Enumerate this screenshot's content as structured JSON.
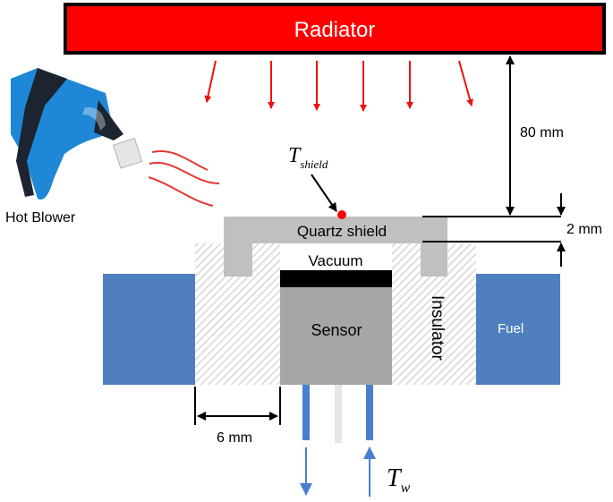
{
  "radiator": {
    "label": "Radiator",
    "fill": "#ff0000",
    "stroke": "#000000"
  },
  "hot_blower": {
    "label": "Hot Blower",
    "body_color": "#1e88d6",
    "dark_color": "#1c2430",
    "nozzle_color": "#e6e6e6",
    "air_color": "#e53935",
    "icon": "heat-gun-icon"
  },
  "shield": {
    "label": "Quartz shield",
    "fill": "#c0c0c0"
  },
  "t_shield": {
    "symbol": "T",
    "subscript": "shield",
    "dot_color": "#ff0000"
  },
  "vacuum": {
    "label": "Vacuum"
  },
  "sensor": {
    "label": "Sensor",
    "fill": "#a6a6a6",
    "cap_fill": "#000000"
  },
  "insulator": {
    "label": "Insulator",
    "hatch": "#cfcfcf"
  },
  "fuel": {
    "label": "Fuel",
    "fill": "#4f7fbf"
  },
  "dimensions": {
    "gap": "80 mm",
    "thickness": "2 mm",
    "width": "6 mm"
  },
  "t_w": {
    "symbol": "T",
    "subscript": "w"
  },
  "colors": {
    "arrow_red": "#ee1111",
    "coolant_blue": "#4a7fd0",
    "coolant_gray": "#e6e6e6"
  }
}
